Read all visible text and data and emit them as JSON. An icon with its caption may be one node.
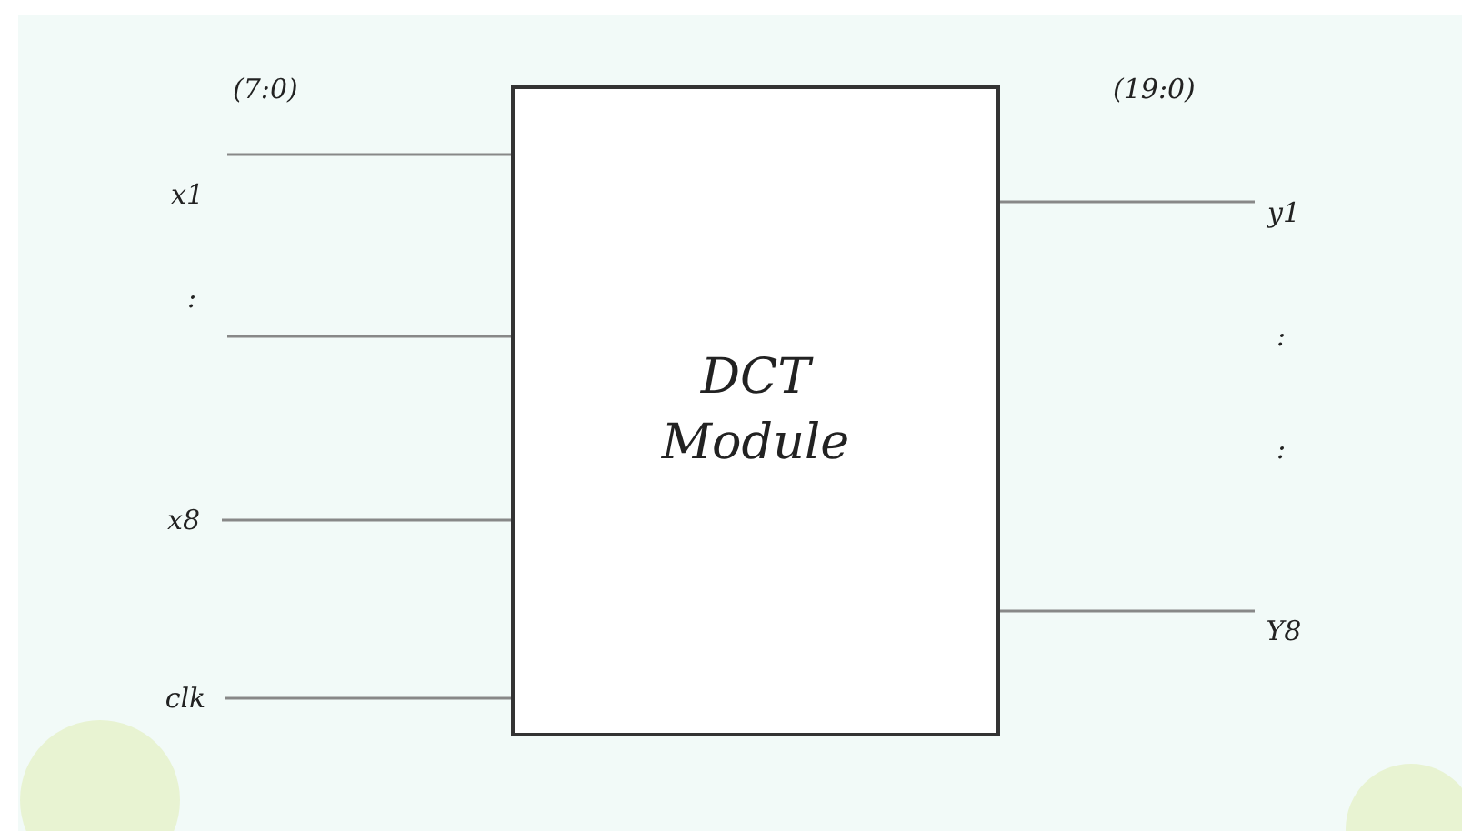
{
  "diagram": {
    "nodes": [
      {
        "text": [
          "DCT Module"
        ]
      },
      {
        "text": [
          "x8"
        ]
      },
      {
        "text": [
          "clk"
        ]
      },
      {
        "text": [
          "y1"
        ]
      },
      {
        "text": [
          "Y8"
        ]
      }
    ],
    "edges": [
      {
        "from": null,
        "to": 0,
        "arrow": "none"
      },
      {
        "from": null,
        "to": 0,
        "arrow": "none"
      },
      {
        "from": 1,
        "to": 0,
        "arrow": "none"
      },
      {
        "from": 2,
        "to": 0,
        "arrow": "none"
      },
      {
        "from": 0,
        "to": 3,
        "arrow": "none"
      },
      {
        "from": 0,
        "to": 4,
        "arrow": "none"
      }
    ],
    "labels": [
      "(7:0)",
      "x1",
      ":",
      "(19:0)",
      ":",
      ":"
    ]
  }
}
